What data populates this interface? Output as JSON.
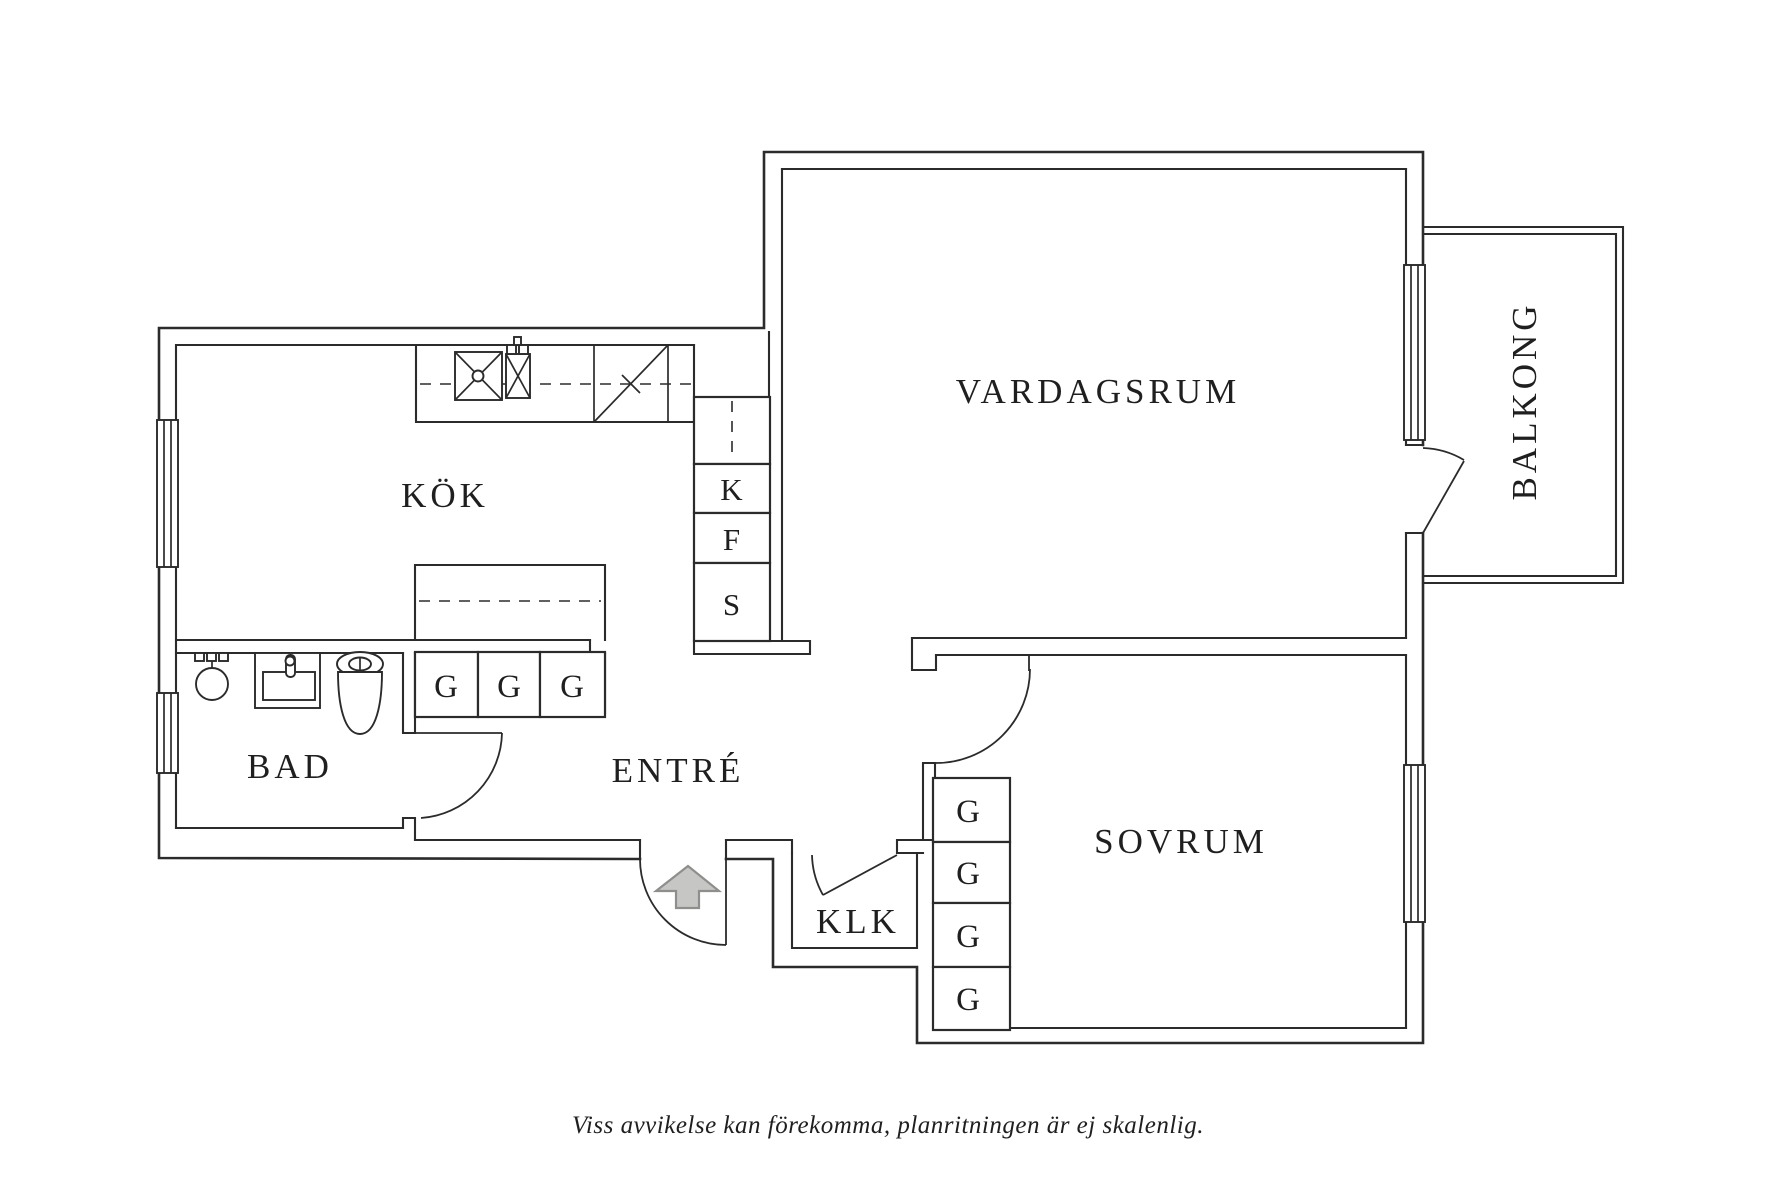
{
  "floorplan": {
    "title_caption": "Viss avvikelse kan förekomma, planritningen är ej skalenlig.",
    "rooms": [
      {
        "id": "vardagsrum",
        "label": "VARDAGSRUM"
      },
      {
        "id": "kok",
        "label": "KÖK"
      },
      {
        "id": "bad",
        "label": "BAD"
      },
      {
        "id": "entre",
        "label": "ENTRÉ"
      },
      {
        "id": "klk",
        "label": "KLK"
      },
      {
        "id": "sovrum",
        "label": "SOVRUM"
      },
      {
        "id": "balkong",
        "label": "BALKONG"
      }
    ],
    "cabinets": {
      "kfs": [
        "K",
        "F",
        "S"
      ],
      "entre_wardrobes": [
        "G",
        "G",
        "G"
      ],
      "sovrum_wardrobes": [
        "G",
        "G",
        "G",
        "G"
      ]
    },
    "fixtures": [
      "kitchen-sink-icon",
      "stove-icon",
      "dishwasher-icon",
      "kitchen-island",
      "shower-icon",
      "washbasin-icon",
      "toilet-icon",
      "window-icon",
      "door-swing-icon",
      "entrance-arrow-icon"
    ],
    "colors": {
      "background": "#ffffff",
      "line": "#2b2b2b",
      "arrow_fill": "#c6c6c4",
      "arrow_stroke": "#8e8e8c"
    }
  }
}
